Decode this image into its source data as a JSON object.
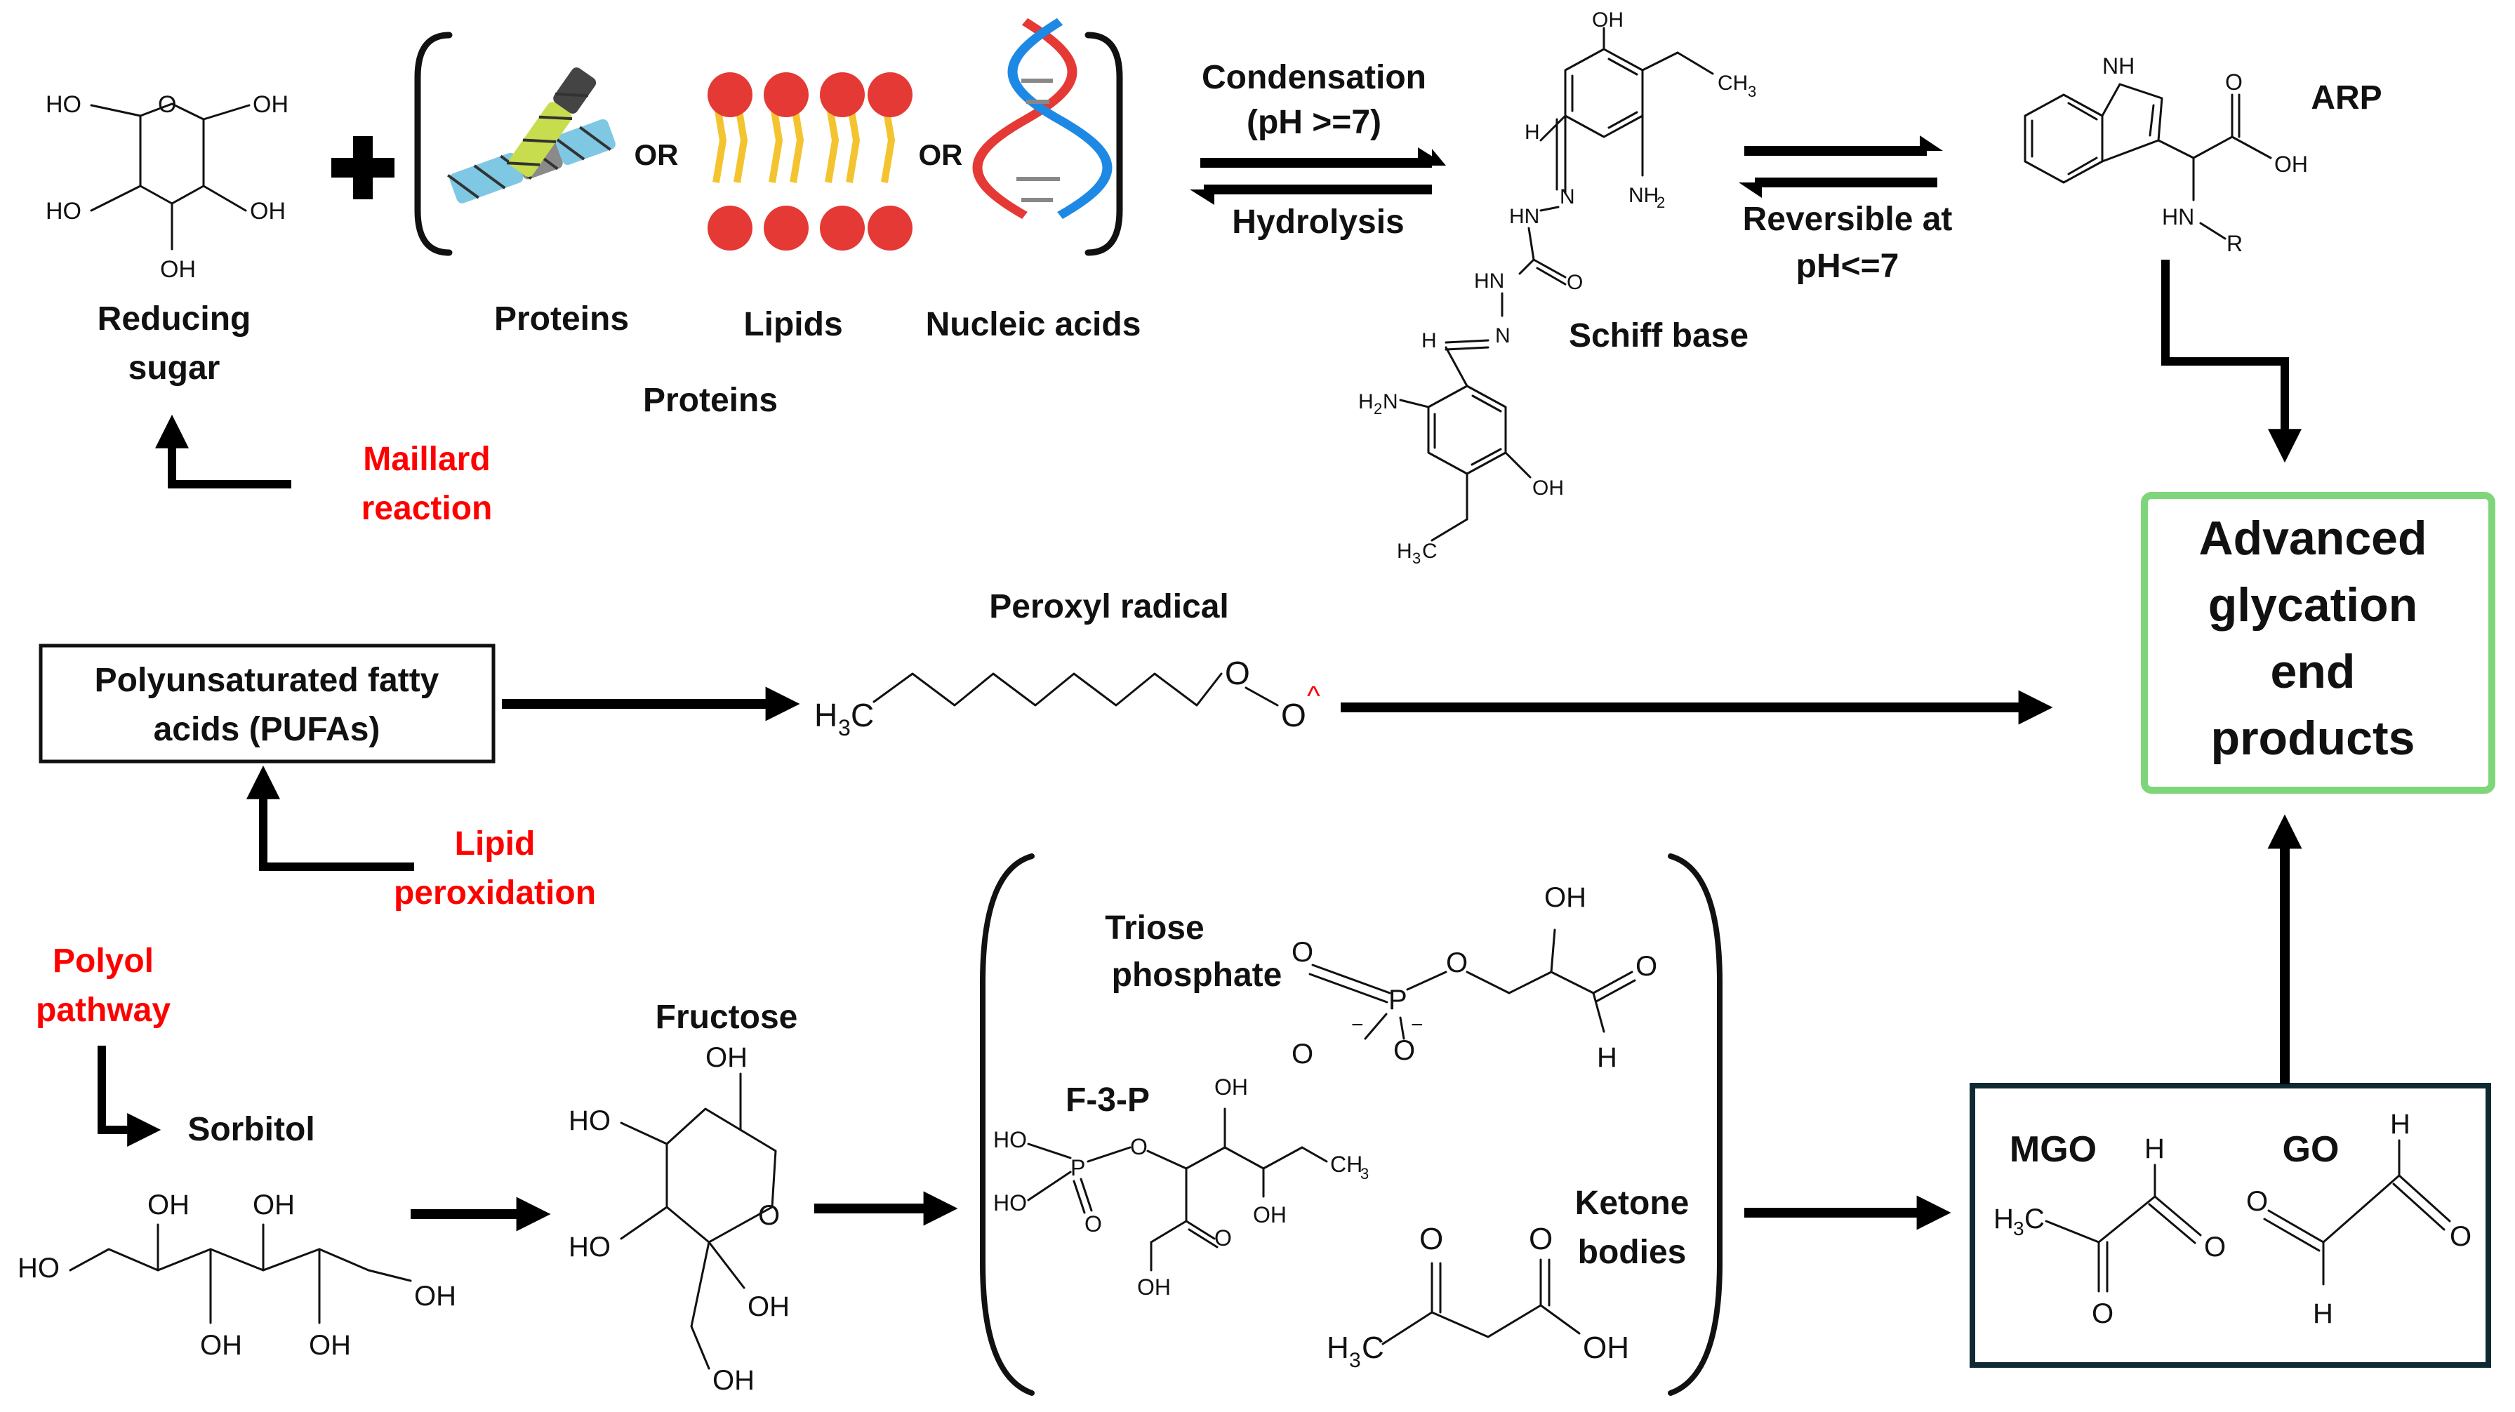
{
  "colors": {
    "red_label": "#ff0000",
    "age_box_border": "#7fd67a",
    "dicarbonyl_box_border": "#0f2a33",
    "protein_cyan": "#7ec8e3",
    "protein_green": "#c8dd4e",
    "lipid_head": "#e53935",
    "lipid_tail": "#f4c430",
    "dna_red": "#e53935",
    "dna_blue": "#1e88e5"
  },
  "labels": {
    "reducing_sugar": [
      "Reducing",
      "sugar"
    ],
    "proteins_icon": "Proteins",
    "lipids": "Lipids",
    "nucleic_acids": "Nucleic acids",
    "proteins_bottom": "Proteins",
    "or": "OR",
    "condensation": [
      "Condensation",
      "(pH >=7)"
    ],
    "hydrolysis": "Hydrolysis",
    "schiff_base": "Schiff base",
    "reversible": [
      "Reversible at",
      "pH<=7"
    ],
    "arp": "ARP",
    "maillard": [
      "Maillard",
      "reaction"
    ],
    "peroxyl_radical": "Peroxyl radical",
    "pufa": [
      "Polyunsaturated fatty",
      "acids (PUFAs)"
    ],
    "lipid_peroxidation": [
      "Lipid",
      "peroxidation"
    ],
    "polyol": [
      "Polyol",
      "pathway"
    ],
    "sorbitol": "Sorbitol",
    "fructose": "Fructose",
    "triose_phosphate": [
      "Triose",
      "phosphate"
    ],
    "f3p": "F-3-P",
    "ketone_bodies": [
      "Ketone",
      "bodies"
    ],
    "mgo": "MGO",
    "go": "GO",
    "ages": [
      "Advanced",
      "glycation",
      "end",
      "products"
    ]
  },
  "icons": [
    "plus-icon",
    "protein-ribbon-icon",
    "lipid-bilayer-icon",
    "dna-helix-icon"
  ]
}
